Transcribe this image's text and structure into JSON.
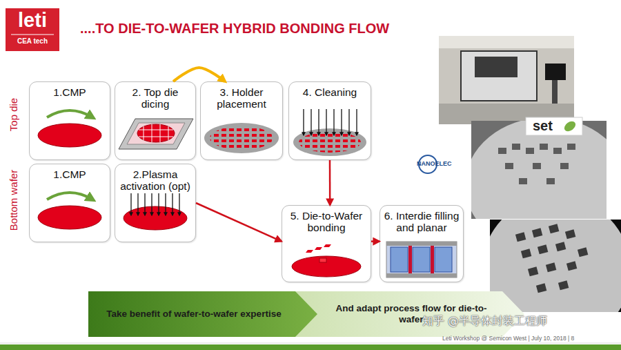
{
  "diagram": {
    "title": "....TO DIE-TO-WAFER HYBRID BONDING FLOW",
    "nodes": [
      {
        "text": [
          "1.CMP"
        ]
      },
      {
        "text": [
          "2. Top die dicing"
        ]
      },
      {
        "text": [
          "3. Holder placement"
        ]
      },
      {
        "text": [
          "4. Cleaning"
        ]
      },
      {
        "text": [
          "1.CMP"
        ]
      },
      {
        "text": [
          "2.Plasma activation (opt)"
        ]
      },
      {
        "text": [
          "5. Die-to-Wafer bonding"
        ]
      },
      {
        "text": [
          "6. Interdie filling and planar"
        ]
      },
      {
        "text": [
          "Take benefit of wafer-to-wafer expertise"
        ]
      },
      {
        "text": [
          "And adapt process flow for die-to-wafer"
        ]
      }
    ],
    "edges": [
      {
        "from": 1,
        "to": 2,
        "arrow": "to"
      },
      {
        "from": 3,
        "to": 6,
        "arrow": "to"
      },
      {
        "from": 5,
        "to": 6,
        "arrow": "to"
      },
      {
        "from": 6,
        "to": 7,
        "arrow": "to"
      }
    ],
    "labels": [
      "leti",
      "CEA tech",
      "Top die",
      "Bottom wafer",
      "set",
      "NANOELEC",
      "Leti Workshop @ Semicon West | July 10, 2018 | 8",
      "知乎 @半导体封装工程师"
    ]
  }
}
